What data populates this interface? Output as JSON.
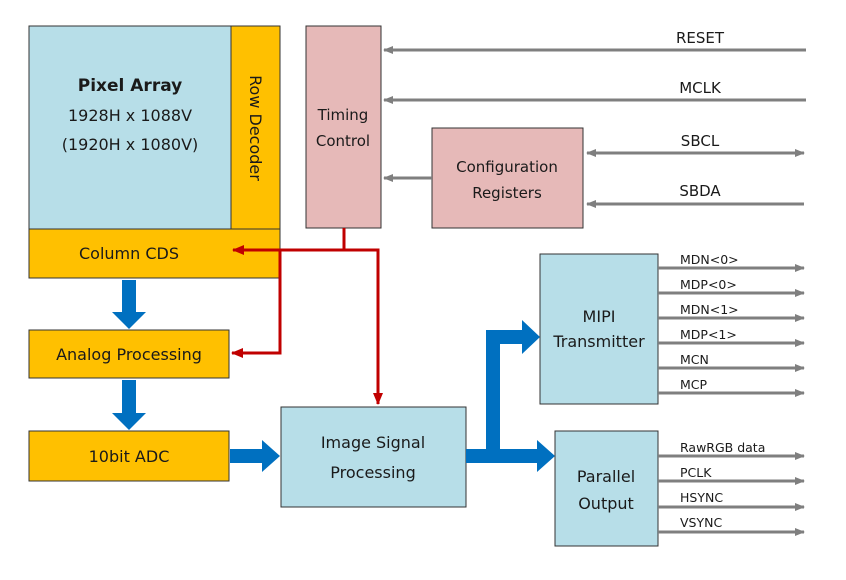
{
  "blocks": {
    "pixel_array": {
      "title": "Pixel Array",
      "line1": "1928H x 1088V",
      "line2": "(1920H x 1080V)"
    },
    "row_decoder": {
      "label": "Row Decoder"
    },
    "column_cds": {
      "label": "Column CDS"
    },
    "analog_processing": {
      "label": "Analog Processing"
    },
    "adc": {
      "label": "10bit ADC"
    },
    "timing_control": {
      "line1": "Timing",
      "line2": "Control"
    },
    "config_registers": {
      "line1": "Configuration",
      "line2": "Registers"
    },
    "isp": {
      "line1": "Image Signal",
      "line2": "Processing"
    },
    "mipi": {
      "line1": "MIPI",
      "line2": "Transmitter"
    },
    "parallel": {
      "line1": "Parallel",
      "line2": "Output"
    }
  },
  "signals": {
    "inputs": [
      "RESET",
      "MCLK"
    ],
    "bidirectional": [
      "SBCL",
      "SBDA"
    ],
    "mipi_outputs": [
      "MDN<0>",
      "MDP<0>",
      "MDN<1>",
      "MDP<1>",
      "MCN",
      "MCP"
    ],
    "parallel_outputs": [
      "RawRGB data",
      "PCLK",
      "HSYNC",
      "VSYNC"
    ]
  },
  "colors": {
    "blue_block": "#B7DEE8",
    "orange_block": "#FFC000",
    "pink_block": "#E6B9B8",
    "data_arrow": "#0070C0",
    "control_arrow": "#C00000",
    "signal_arrow": "#7F7F7F",
    "border": "#333333"
  }
}
